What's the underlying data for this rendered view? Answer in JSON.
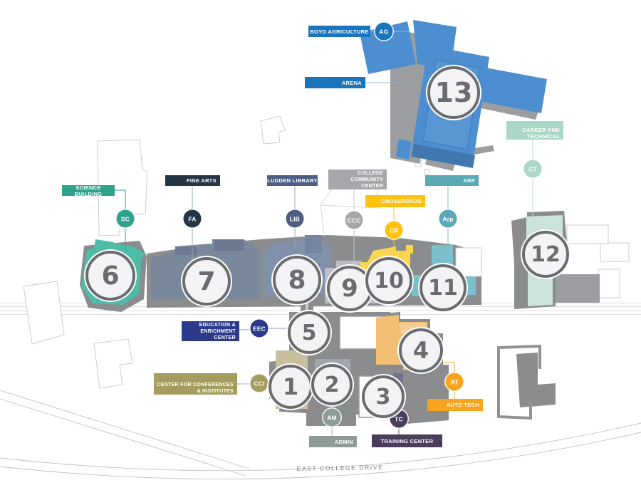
{
  "map": {
    "road_label": "EAST COLLEGE DRIVE",
    "building_numbers": [
      "1",
      "2",
      "3",
      "4",
      "5",
      "6",
      "7",
      "8",
      "9",
      "10",
      "11",
      "12",
      "13"
    ],
    "facilities": {
      "boyd_agriculture": {
        "name": "BOYD AGRICULTURE",
        "abbr": "AG",
        "color": "#1b75bc"
      },
      "arena": {
        "name": "ARENA",
        "color": "#1b75bc"
      },
      "career_technical": {
        "line1": "CAREER AND",
        "line2": "TECHNICAL",
        "abbr": "CT",
        "color": "#abd7c6"
      },
      "science_building": {
        "name": "SCIENCE BUILDING",
        "abbr": "SC",
        "color": "#2fa28e"
      },
      "fine_arts": {
        "name": "FINE ARTS",
        "abbr": "FA",
        "color": "#233746"
      },
      "ludden_library": {
        "name": "LUDDEN LIBRARY",
        "abbr": "LIB",
        "color": "#4c5f82"
      },
      "college_community_center": {
        "line1": "COLLEGE",
        "line2": "COMMUNITY CENTER",
        "abbr": "CCC",
        "color": "#a5a7aa"
      },
      "crossroads": {
        "name": "CROSSROADS",
        "abbr": "CR",
        "color": "#ffc20e"
      },
      "arp": {
        "name": "ARP",
        "abbr": "Arp",
        "color": "#59a9b7"
      },
      "education_enrichment_center": {
        "line1": "EDUCATION &",
        "line2": "ENRICHMENT CENTER",
        "abbr": "EEC",
        "color": "#2c3a8c"
      },
      "center_conferences_institutes": {
        "line1": "CENTER FOR CONFERENCES",
        "line2": "& INSTITUTES",
        "abbr": "CCI",
        "color": "#a59d5f"
      },
      "admin": {
        "name": "ADMIN",
        "abbr": "AM",
        "color": "#8e9b97"
      },
      "training_center": {
        "name": "TRAINING CENTER",
        "abbr": "TC",
        "color": "#4a3d5e"
      },
      "auto_tech": {
        "name": "AUTO TECH",
        "abbr": "AT",
        "color": "#f8a51e"
      }
    },
    "colors": {
      "building_13_blue": "#4c8ecf",
      "building_6_teal": "#4fbca8",
      "building_7_slate": "#7a889c",
      "building_8_slateblue": "#8291ab",
      "building_9_gray": "#bbbfc5",
      "building_10_yellow": "#f8d650",
      "building_11_teal": "#7bbfcb",
      "building_12_mint": "#cbe3d9",
      "building_4_orange": "#f3bf74",
      "building_1_olive": "#c7bf9e",
      "building_3_purple": "#7a6d8f",
      "base_gray": "#8a8c8e",
      "shadow_gray": "#9b9da0"
    }
  }
}
